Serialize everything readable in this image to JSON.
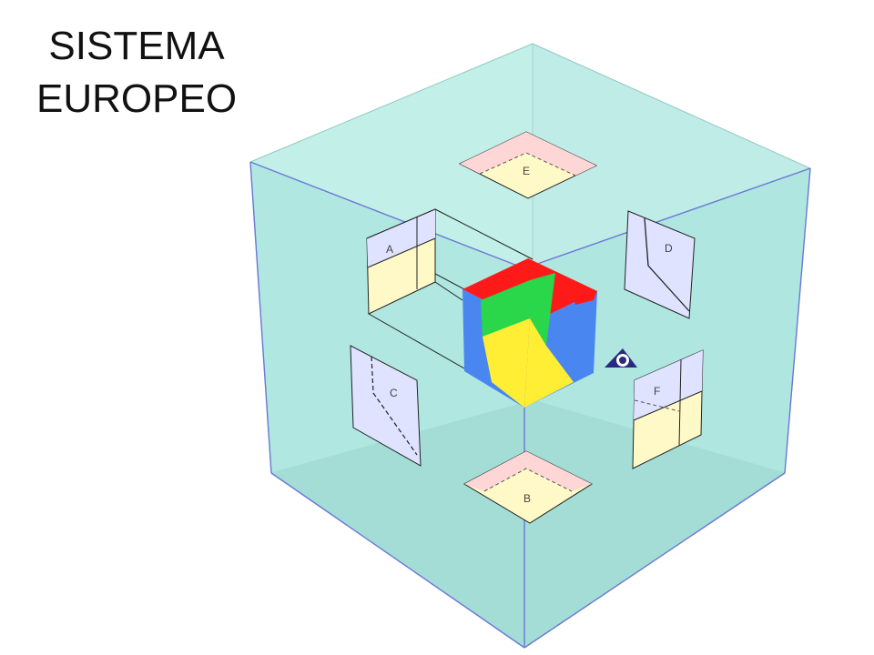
{
  "slide": {
    "title_line1": "SISTEMA",
    "title_line2": "EUROPEO"
  },
  "projections": {
    "top": "E",
    "left": "A",
    "right": "D",
    "left_lower": "C",
    "right_lower": "F",
    "bottom": "B"
  },
  "colors": {
    "box_face": "#a9e4dd",
    "box_back": "#c3efe9",
    "box_floor": "#8fc6bd",
    "box_edge": "#6a78d6",
    "cube_red": "#ff1a1a",
    "cube_green": "#2ad64a",
    "cube_blue": "#4a86f0",
    "cube_yellow": "#ffee33",
    "panel_blue": "#dfe3ff",
    "panel_yellow": "#fff9c8",
    "panel_pink": "#ffd6d6",
    "eye": "#2a2a80"
  }
}
